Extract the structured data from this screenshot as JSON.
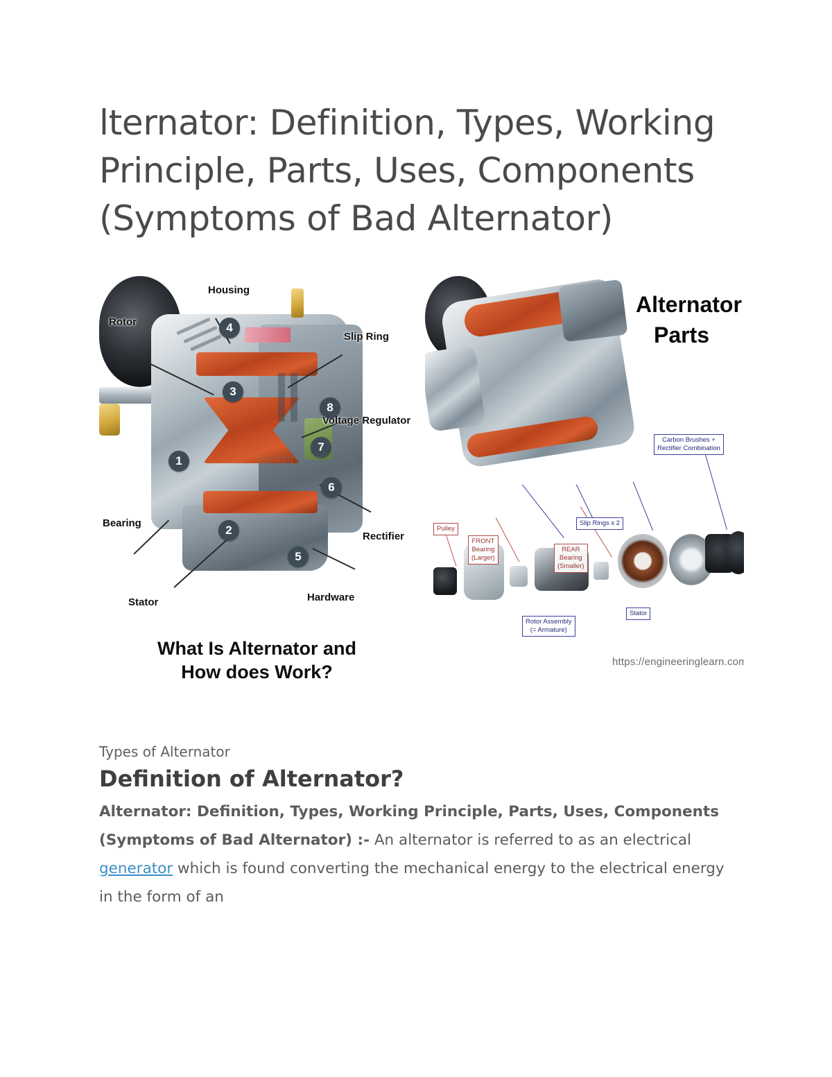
{
  "document": {
    "title": "lternator: Definition, Types, Working Principle, Parts, Uses, Components (Symptoms of Bad Alternator)"
  },
  "figure": {
    "left": {
      "caption_line1": "What Is Alternator and",
      "caption_line2": "How does Work?",
      "watermark": "engineeringle",
      "labels": [
        {
          "text": "Rotor"
        },
        {
          "text": "Housing"
        },
        {
          "text": "Slip Ring"
        },
        {
          "text": "Voltage Regulator"
        },
        {
          "text": "Bearing"
        },
        {
          "text": "Stator"
        },
        {
          "text": "Rectifier"
        },
        {
          "text": "Hardware"
        }
      ],
      "badges": [
        "1",
        "2",
        "3",
        "4",
        "5",
        "6",
        "7",
        "8"
      ]
    },
    "right": {
      "title_line1": "Alternator",
      "title_line2": "Parts",
      "watermark": "https://engineeringlearn.com",
      "callouts": [
        {
          "text": "Carbon Brushes +\nRectifier Combination",
          "color": "blue"
        },
        {
          "text": "Slip Rings x 2",
          "color": "blue"
        },
        {
          "text": "Pulley",
          "color": "red"
        },
        {
          "text": "FRONT\nBearing\n(Larger)",
          "color": "red"
        },
        {
          "text": "REAR\nBearing\n(Smaller)",
          "color": "red"
        },
        {
          "text": "Stator",
          "color": "blue"
        },
        {
          "text": "Rotor Assembly\n(= Armature)",
          "color": "blue"
        }
      ]
    }
  },
  "article": {
    "eyebrow": "Types of Alternator",
    "heading": "Definition of Alternator?",
    "paragraph_bold": "Alternator: Definition, Types, Working Principle, Parts, Uses, Components (Symptoms of Bad Alternator) :-",
    "paragraph_text_1": " An alternator is referred to as an electrical ",
    "paragraph_link": "generator",
    "paragraph_text_2": " which is found converting the mechanical energy to the electrical energy in the form of an"
  },
  "colors": {
    "link": "#3a8fc4",
    "title_text": "#4a4a4a",
    "body_text": "#5c5c5c",
    "badge_bg": "#3c4b55",
    "callout_blue": "#3a3f9e",
    "callout_red": "#b04a46"
  }
}
